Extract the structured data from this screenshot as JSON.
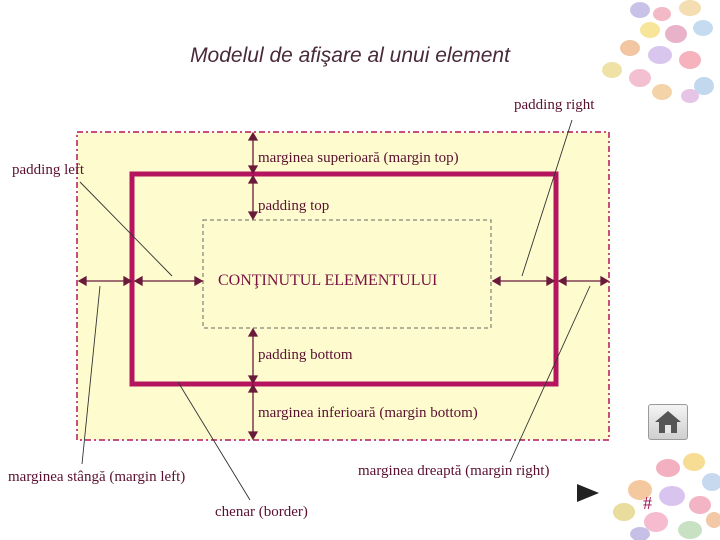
{
  "title": "Modelul de afişare al unui element",
  "labels": {
    "padding_right": "padding right",
    "padding_left": "padding left",
    "margin_top": "marginea superioară (margin top)",
    "padding_top": "padding top",
    "content": "CONŢINUTUL ELEMENTULUI",
    "padding_bottom": "padding bottom",
    "margin_bottom": "marginea inferioară (margin bottom)",
    "margin_left": "marginea stângă (margin left)",
    "margin_right": "marginea dreaptă (margin right)",
    "border": "chenar (border)"
  },
  "nav": {
    "slide_number": "#"
  },
  "colors": {
    "border": "#b5155f",
    "margin_bg": "#fefccf",
    "arrow": "#6a1a3a",
    "pointer_line": "#333333"
  },
  "icons": [
    "home-icon",
    "next-slide-icon",
    "candy-eggs-decoration"
  ]
}
